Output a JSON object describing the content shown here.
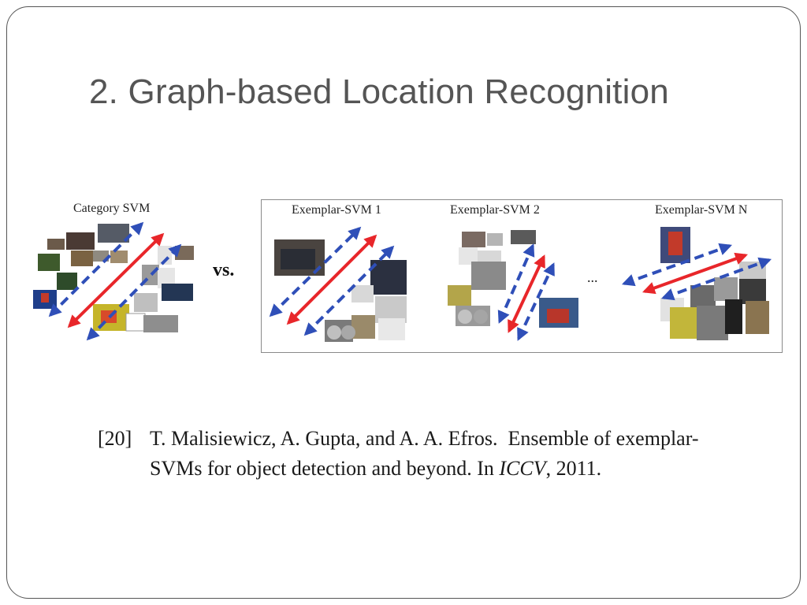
{
  "slide": {
    "title": "2. Graph-based Location Recognition"
  },
  "figure": {
    "category_label": "Category SVM",
    "vs_label": "vs.",
    "exemplar_labels": [
      "Exemplar-SVM 1",
      "Exemplar-SVM 2",
      "Exemplar-SVM N"
    ],
    "ellipsis": "...",
    "colors": {
      "positive_arrow": "#e8262a",
      "negative_arrow": "#2f4fb8"
    }
  },
  "reference": {
    "number": "[20]",
    "authors": "T. Malisiewicz, A. Gupta, and A. A. Efros.",
    "title": "Ensemble of exemplar-SVMs for object detection and beyond.",
    "venue_prefix": "In",
    "venue": "ICCV",
    "year": ", 2011."
  }
}
